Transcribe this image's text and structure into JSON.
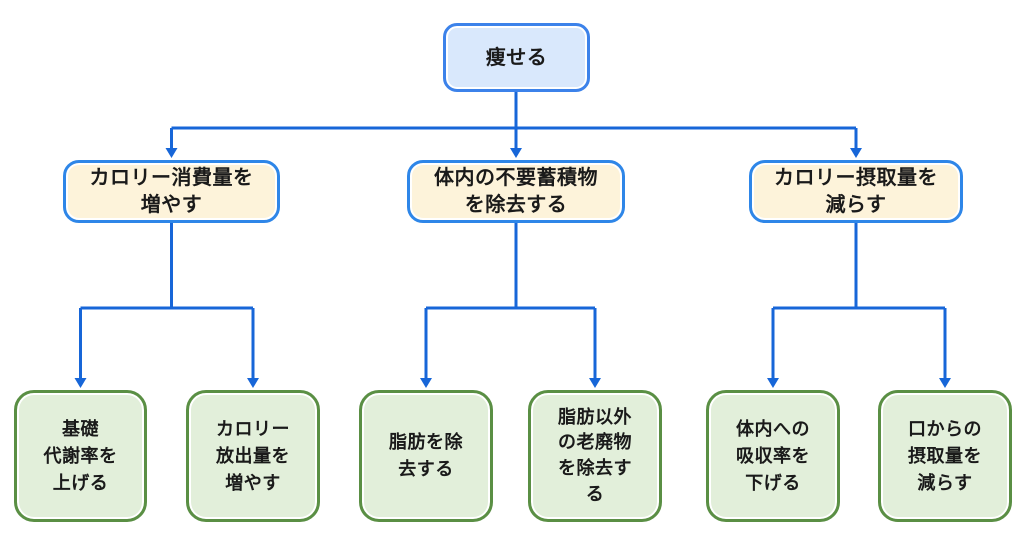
{
  "diagram": {
    "type": "tree-flowchart",
    "root": {
      "id": "lose-weight",
      "label": "痩せる"
    },
    "branches": [
      {
        "id": "increase-calorie-burn",
        "label": "カロリー消費量を\n増やす"
      },
      {
        "id": "remove-body-deposits",
        "label": "体内の不要蓄積物\nを除去する"
      },
      {
        "id": "reduce-calorie-intake",
        "label": "カロリー摂取量を\n減らす"
      }
    ],
    "leaves": [
      {
        "id": "raise-basal-metabolic-rate",
        "parent": "increase-calorie-burn",
        "label": "基礎\n代謝率を\n上げる"
      },
      {
        "id": "increase-calorie-output",
        "parent": "increase-calorie-burn",
        "label": "カロリー\n放出量を\n増やす"
      },
      {
        "id": "remove-fat",
        "parent": "remove-body-deposits",
        "label": "脂肪を除\n去する"
      },
      {
        "id": "remove-non-fat-waste",
        "parent": "remove-body-deposits",
        "label": "脂肪以外\nの老廃物\nを除去す\nる"
      },
      {
        "id": "lower-absorption-rate",
        "parent": "reduce-calorie-intake",
        "label": "体内への\n吸収率を\n下げる"
      },
      {
        "id": "reduce-oral-intake",
        "parent": "reduce-calorie-intake",
        "label": "口からの\n摂取量を\n減らす"
      }
    ],
    "edges": [
      {
        "from": "lose-weight",
        "to": "increase-calorie-burn"
      },
      {
        "from": "lose-weight",
        "to": "remove-body-deposits"
      },
      {
        "from": "lose-weight",
        "to": "reduce-calorie-intake"
      },
      {
        "from": "increase-calorie-burn",
        "to": "raise-basal-metabolic-rate"
      },
      {
        "from": "increase-calorie-burn",
        "to": "increase-calorie-output"
      },
      {
        "from": "remove-body-deposits",
        "to": "remove-fat"
      },
      {
        "from": "remove-body-deposits",
        "to": "remove-non-fat-waste"
      },
      {
        "from": "reduce-calorie-intake",
        "to": "lower-absorption-rate"
      },
      {
        "from": "reduce-calorie-intake",
        "to": "reduce-oral-intake"
      }
    ],
    "colors": {
      "connector_blue": "#1766d8",
      "root_fill": "#d9e8fc",
      "root_border": "#3c82ea",
      "branch_fill": "#fdf3da",
      "branch_border": "#2e86e8",
      "leaf_fill": "#e2efda",
      "leaf_border": "#5a8f44",
      "text": "#1a1a1a",
      "background": "#ffffff"
    }
  }
}
